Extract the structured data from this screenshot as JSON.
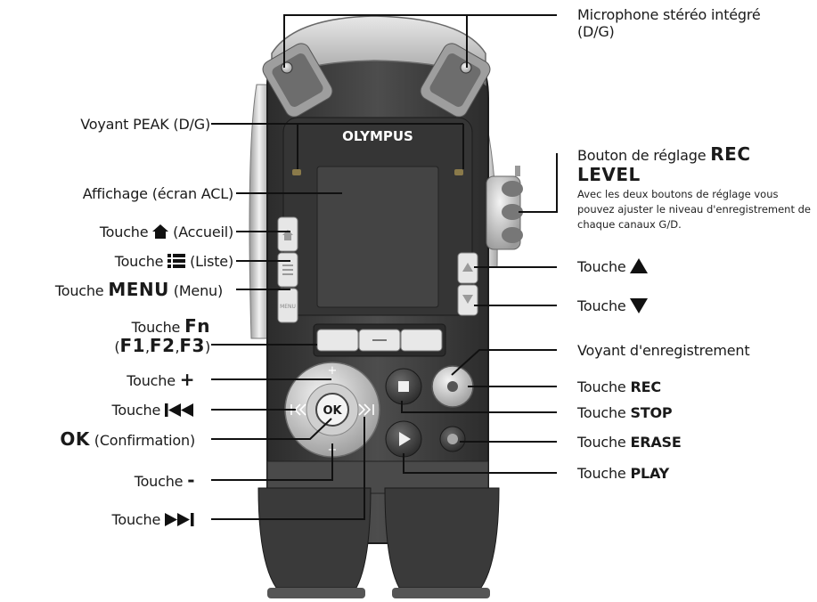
{
  "labels": {
    "microphone": {
      "line1": "Microphone stéréo intégré",
      "line2": "(D/G)"
    },
    "peak": "Voyant PEAK (D/G)",
    "display": "Affichage (écran ACL)",
    "home": {
      "prefix": "Touche",
      "icon": "home-icon",
      "suffix": "(Accueil)"
    },
    "list": {
      "prefix": "Touche",
      "icon": "list-icon",
      "suffix": "(Liste)"
    },
    "menu": {
      "prefix": "Touche",
      "key": "MENU",
      "suffix": "(Menu)"
    },
    "fn": {
      "prefix": "Touche",
      "key": "Fn",
      "open": "(",
      "f1": "F1",
      "sep1": ",",
      "f2": "F2",
      "sep2": ",",
      "f3": "F3",
      "close": ")"
    },
    "plus": {
      "prefix": "Touche",
      "key": "+"
    },
    "prev": {
      "prefix": "Touche",
      "icon": "skip-back-icon"
    },
    "ok": {
      "key": "OK",
      "suffix": "(Confirmation)"
    },
    "minus": {
      "prefix": "Touche",
      "key": "-"
    },
    "next": {
      "prefix": "Touche",
      "icon": "skip-forward-icon"
    },
    "rec_level": {
      "prefix": "Bouton de réglage",
      "key1": "REC",
      "key2": "LEVEL",
      "note": "Avec les deux boutons de réglage vous pouvez ajuster le niveau d'enregistrement de chaque canaux G/D."
    },
    "up": {
      "prefix": "Touche",
      "icon": "triangle-up-icon"
    },
    "down": {
      "prefix": "Touche",
      "icon": "triangle-down-icon"
    },
    "rec_indicator": "Voyant d'enregistrement",
    "rec": {
      "prefix": "Touche",
      "key": "REC"
    },
    "stop": {
      "prefix": "Touche",
      "key": "STOP"
    },
    "erase": {
      "prefix": "Touche",
      "key": "ERASE"
    },
    "play": {
      "prefix": "Touche",
      "key": "PLAY"
    }
  },
  "device": {
    "brand": "OLYMPUS",
    "ok_label": "OK",
    "home_mark": "home-icon",
    "list_mark": "list-icon",
    "menu_mark": "MENU",
    "up_mark": "triangle-up-icon",
    "down_mark": "triangle-down-icon",
    "plus_mark": "+",
    "minus_mark": "−",
    "prev_mark": "skip-back-icon",
    "next_mark": "skip-forward-icon",
    "play_mark": "play-icon",
    "stop_mark": "stop-icon",
    "rec_mark": "record-icon"
  },
  "colors": {
    "body_dark": "#3a3a3a",
    "body_mid": "#5a5a5a",
    "frame_silver": "#d9d9d9",
    "leader_line": "#111111",
    "peak_led": "#8a7a4a"
  }
}
